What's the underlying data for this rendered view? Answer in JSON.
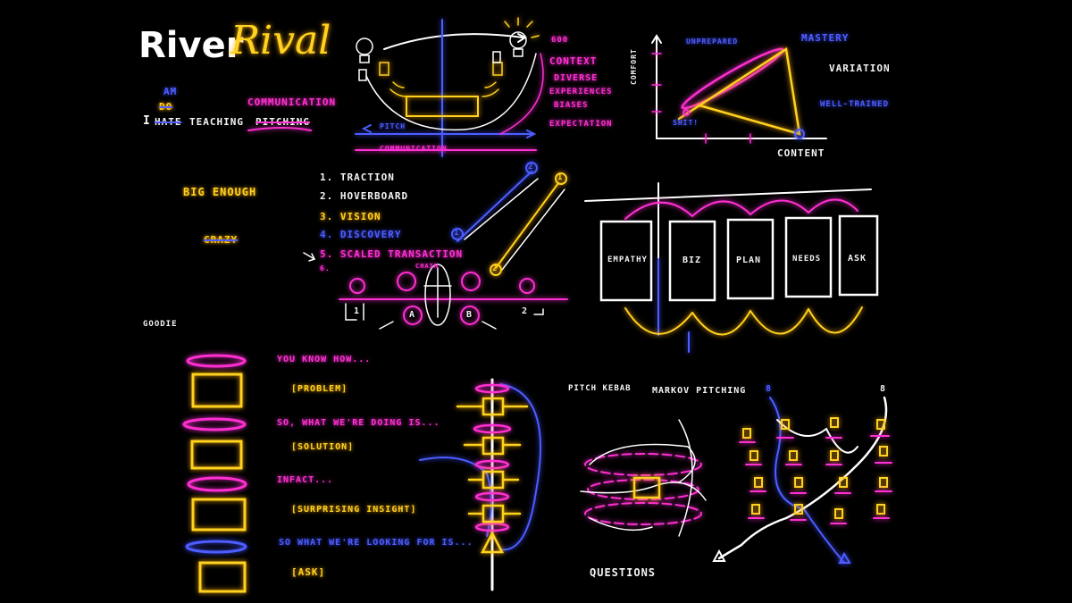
{
  "brand": {
    "word1": "River",
    "word2": "Rival"
  },
  "intro": {
    "i": "I",
    "am": "AM",
    "do": "DO",
    "hate": "HATE",
    "teaching": "TEACHING",
    "pitching": "PITCHING",
    "communication": "COMMUNICATION"
  },
  "pitch_diagram": {
    "pitch": "PITCH",
    "communication": "COMMUNICATION",
    "factors": [
      "600",
      "CONTEXT",
      "DIVERSE",
      "EXPERIENCES",
      "BIASES",
      "EXPECTATION"
    ]
  },
  "comfort_chart": {
    "y_axis": "COMFORT",
    "x_axis": "CONTENT",
    "unprepared": "UNPREPARED",
    "mastery": "MASTERY",
    "variation": "VARIATION",
    "well_trained": "WELL-TRAINED",
    "shit": "SHIT!"
  },
  "big_enough": {
    "big": "BIG ENOUGH",
    "crazy": "CRAZY"
  },
  "list": {
    "items": [
      "1. TRACTION",
      "2. HOVERBOARD",
      "3. VISION",
      "4. DISCOVERY",
      "5. SCALED TRANSACTION",
      "6."
    ],
    "chain_small": "CHAIN",
    "node_a": "A",
    "node_b": "B",
    "num_1": "1",
    "num_2": "2",
    "num_x1": "1",
    "num_x2": "2",
    "num_mini": "1",
    "num_mini2": "2"
  },
  "flow": {
    "boxes": [
      "EMPATHY",
      "BIZ",
      "PLAN",
      "NEEDS",
      "ASK"
    ]
  },
  "goodie": {
    "label": "GOODIE",
    "template": [
      "YOU KNOW HOW...",
      "[PROBLEM]",
      "SO, WHAT WE'RE DOING IS...",
      "[SOLUTION]",
      "INFACT...",
      "[SURPRISING INSIGHT]",
      "SO WHAT WE'RE LOOKING FOR IS...",
      "[ASK]"
    ]
  },
  "bottom": {
    "pitch_kebab": "PITCH KEBAB",
    "markov": "MARKOV PITCHING",
    "questions": "QUESTIONS",
    "num_8a": "8",
    "num_8b": "8"
  },
  "colors": {
    "background": "#000000",
    "magenta": "#ff2fd2",
    "yellow": "#ffd21f",
    "blue": "#4d5dff",
    "white": "#f4f4f4"
  }
}
